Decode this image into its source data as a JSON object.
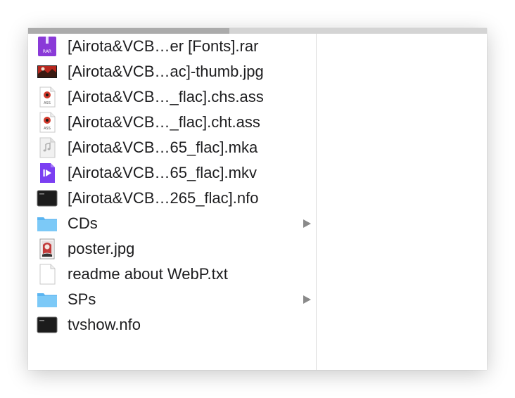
{
  "browser": {
    "columns": [
      {
        "items": [
          {
            "name": "[Airota&VCB…er [Fonts].rar",
            "kind": "rar-archive",
            "icon": "rar-archive-icon",
            "is_folder": false
          },
          {
            "name": "[Airota&VCB…ac]-thumb.jpg",
            "kind": "image",
            "icon": "image-thumbnail-icon",
            "is_folder": false
          },
          {
            "name": "[Airota&VCB…_flac].chs.ass",
            "kind": "subtitle",
            "icon": "ass-subtitle-icon",
            "is_folder": false
          },
          {
            "name": "[Airota&VCB…_flac].cht.ass",
            "kind": "subtitle",
            "icon": "ass-subtitle-icon",
            "is_folder": false
          },
          {
            "name": "[Airota&VCB…65_flac].mka",
            "kind": "audio",
            "icon": "audio-file-icon",
            "is_folder": false
          },
          {
            "name": "[Airota&VCB…65_flac].mkv",
            "kind": "video",
            "icon": "video-file-icon",
            "is_folder": false
          },
          {
            "name": "[Airota&VCB…265_flac].nfo",
            "kind": "nfo",
            "icon": "terminal-document-icon",
            "is_folder": false
          },
          {
            "name": "CDs",
            "kind": "folder",
            "icon": "folder-icon",
            "is_folder": true
          },
          {
            "name": "poster.jpg",
            "kind": "image",
            "icon": "image-thumbnail-icon",
            "is_folder": false
          },
          {
            "name": "readme about WebP.txt",
            "kind": "text",
            "icon": "text-document-icon",
            "is_folder": false
          },
          {
            "name": "SPs",
            "kind": "folder",
            "icon": "folder-icon",
            "is_folder": true
          },
          {
            "name": "tvshow.nfo",
            "kind": "nfo",
            "icon": "terminal-document-icon",
            "is_folder": false
          }
        ]
      },
      {
        "items": []
      }
    ]
  },
  "colors": {
    "folder_blue": "#6cc0f5",
    "rar_purple": "#8a3ad8",
    "video_purple": "#7b3ff2",
    "text_color": "#1d1d1f",
    "chevron_gray": "#8a8a8a"
  }
}
